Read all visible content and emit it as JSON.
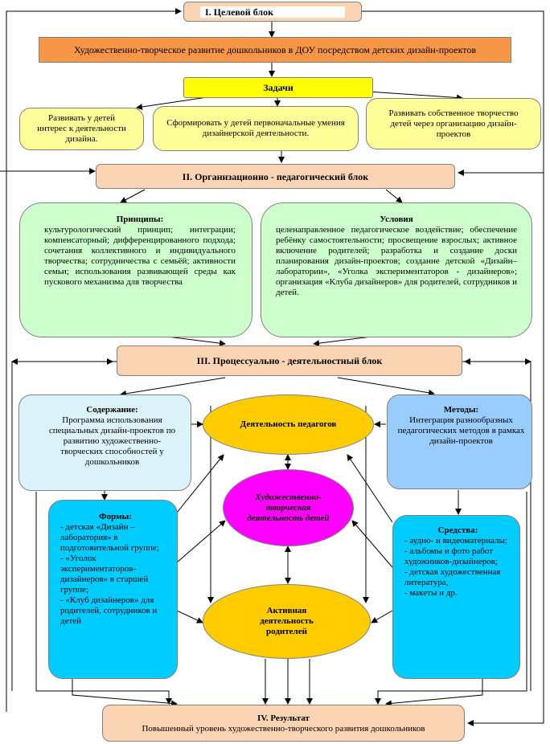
{
  "block1": {
    "title": "I.    Целевой блок",
    "goal": "Художественно-творческое развитие дошкольников в ДОУ посредством детских дизайн-проектов",
    "tasks_title": "Задачи",
    "tasks": [
      "Развивать у детей интерес к деятельности дизайна.",
      "Сформировать у детей первоначальные умения дизайнерской деятельности.",
      "Развивать собственное творчество детей через организацию дизайн-проектов"
    ]
  },
  "block2": {
    "title": "II. Организационно - педагогический блок",
    "principles_title": "Принципы:",
    "principles_text": "культурологический принцип; интеграции; компенсаторный; дифференцированного подхода; сочетания коллективного и индивидуального творчества; сотрудничества с семьёй; активности семьи; использования развивающей среды как пускового механизма для творчества",
    "conditions_title": "Условия",
    "conditions_text": "целенаправленное педагогическое воздействие; обеспечение ребёнку самостоятельности; просвещение взрослых; активное включение родителей; разработка и создание доски планирования дизайн-проектов; создание детской «Дизайн–лаборатории», «Уголка экспериментаторов - дизайнеров»; организация «Клуба дизайнеров» для родителей, сотрудников и детей."
  },
  "block3": {
    "title": "III. Процессуально - деятельностный блок",
    "content_title": "Содержание:",
    "content_text": "Программа использования специальных дизайн-проектов по развитию художественно-творческих способностей у дошкольников",
    "methods_title": "Методы:",
    "methods_text": "Интеграция разнообразных педагогических методов в рамках дизайн-проектов",
    "teachers": "Деятельность педагогов",
    "children": "Художественно-творческая деятельность детей",
    "parents": "Активная деятельность родителей",
    "forms_title": "Формы:",
    "forms": [
      "- детская «Дизайн – лаборатория» в подготовительной группе;",
      "- «Уголок экспериментаторов-дизайнеров» в старшей группе;",
      "- «Клуб дизайнеров» для родителей, сотрудников и детей"
    ],
    "means_title": "Средства:",
    "means": [
      "- аудио- и видеоматериалы;",
      "- альбомы и фото работ художников-дизайнеров;",
      "- детская художественная литература,",
      "- макеты и др."
    ]
  },
  "block4": {
    "title": "IV. Результат",
    "text": "Повышенный уровень художественно-творческого развития дошкольников"
  },
  "colors": {
    "peach": "#fbd4b4",
    "orange": "#f79646",
    "yellow": "#ffff99",
    "bright_yellow": "#ffff00",
    "green": "#ccffcc",
    "light_blue": "#ddf3fb",
    "blue": "#99ccff",
    "cyan": "#00ccff",
    "gold": "#ffcc00",
    "magenta": "#ff00ff"
  }
}
